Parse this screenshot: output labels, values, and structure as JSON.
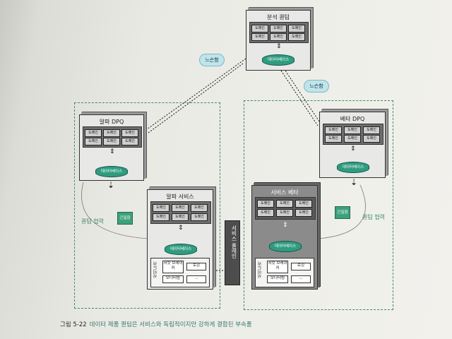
{
  "nodes": {
    "analytics": {
      "title": "분석 퀀텀",
      "domains": [
        "도메인",
        "도메인",
        "도메인",
        "도메인",
        "도메인",
        "도메인"
      ],
      "db": "데이터베이스"
    },
    "alpha_dpq": {
      "title": "알파 DPQ",
      "domains": [
        "도메인",
        "도메인",
        "도메인",
        "도메인",
        "도메인",
        "도메인"
      ],
      "db": "데이터베이스"
    },
    "beta_dpq": {
      "title": "베타 DPQ",
      "domains": [
        "도메인",
        "도메인",
        "도메인",
        "도메인",
        "도메인",
        "도메인"
      ],
      "db": "데이터베이스"
    },
    "alpha_service": {
      "title": "알파 서비스",
      "domains": [
        "도메인",
        "도메인",
        "도메인",
        "도메인",
        "도메인",
        "도메인"
      ],
      "db": "데이터베이스"
    },
    "beta_service": {
      "title": "서비스 베타",
      "domains": [
        "도메인",
        "도메인",
        "도메인",
        "도메인",
        "도메인",
        "도메인"
      ],
      "db": "데이터베이스"
    }
  },
  "sidecar": {
    "label": "사이드카",
    "items": [
      "서킷 브레이커",
      "로깅",
      "모니터링",
      "..."
    ]
  },
  "loose_label": "느슨함",
  "quantum_cooperation": "퀀텀 협력",
  "contract": "긴밀함",
  "platform": "서비스 플레인",
  "caption": {
    "number": "그림 5-22",
    "text": "데이터 제품 퀀텀은 서비스와 독립적이지만 강하게 결합된 부속품"
  }
}
